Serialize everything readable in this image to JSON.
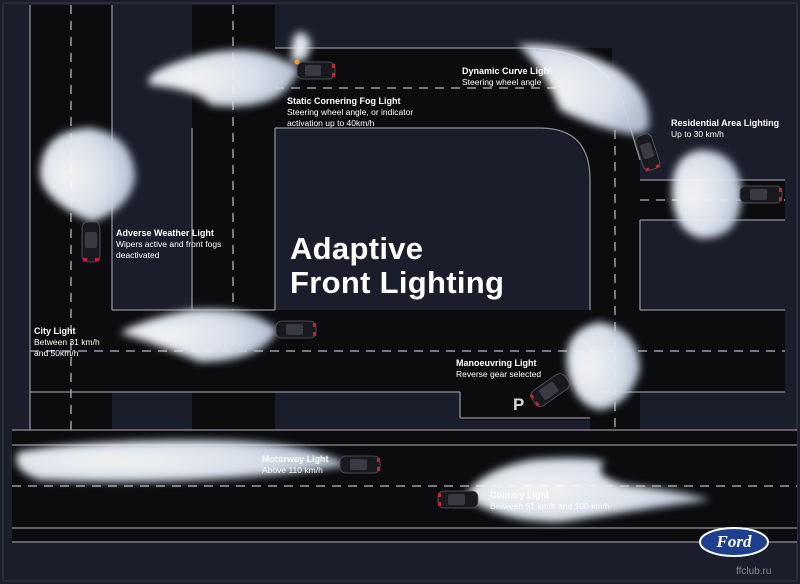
{
  "title": {
    "line1": "Adaptive",
    "line2": "Front Lighting"
  },
  "parking_sign": "P",
  "brand": "Ford",
  "watermark": "ffclub.ru",
  "labels": {
    "static_cornering": {
      "title": "Static Cornering Fog Light",
      "desc": "Steering wheel angle, or indicator activation up to 40km/h"
    },
    "dynamic_curve": {
      "title": "Dynamic Curve Light",
      "desc": "Steering wheel angle"
    },
    "residential": {
      "title": "Residential Area Lighting",
      "desc": "Up to 30 km/h"
    },
    "adverse_weather": {
      "title": "Adverse Weather Light",
      "desc": "Wipers active and front fogs deactivated"
    },
    "city": {
      "title": "City Light",
      "desc": "Between 31 km/h and 50km/h"
    },
    "manoeuvring": {
      "title": "Manoeuvring Light",
      "desc": "Reverse gear selected"
    },
    "motorway": {
      "title": "Motorway Light",
      "desc": "Above 110 km/h"
    },
    "country": {
      "title": "Country Light",
      "desc": "Between 51 km/h and 100 km/h"
    }
  },
  "colors": {
    "background": "#1b1d2a",
    "road": "#0c0c0f",
    "road_line": "#8e8e96",
    "beam": "#e6eef8",
    "car": "#1a1a1e",
    "ford_blue": "#1e3f8e"
  }
}
